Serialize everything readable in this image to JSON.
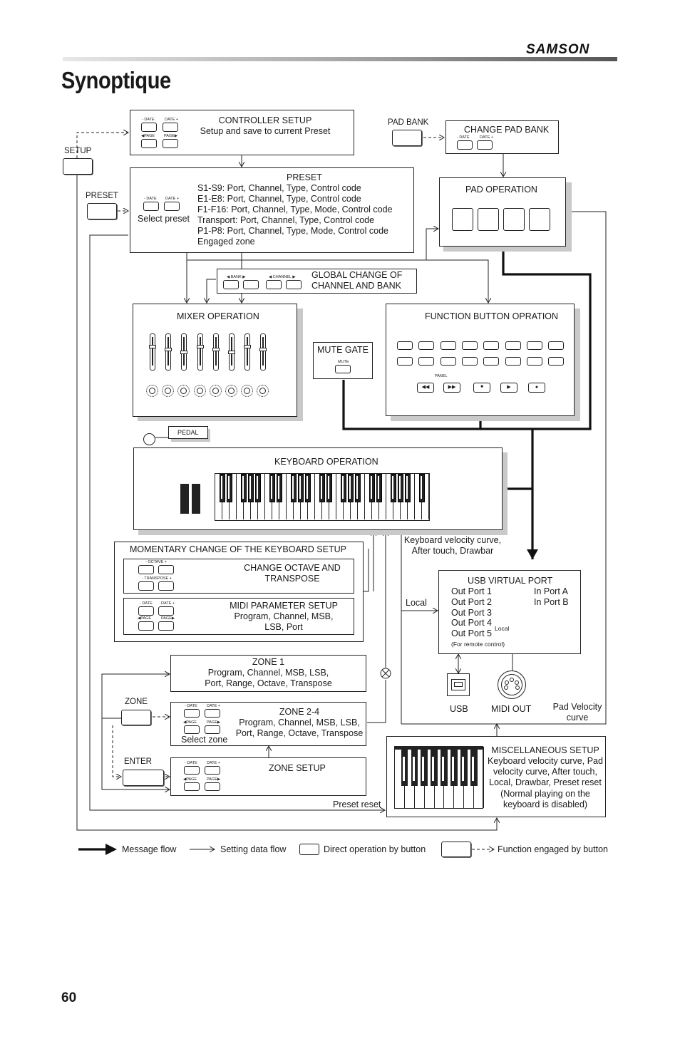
{
  "header": {
    "brand": "SAMSON",
    "page_title": "Synoptique",
    "page_number": "60"
  },
  "buttons_ext": {
    "setup": "SETUP",
    "preset": "PRESET",
    "pad_bank": "PAD BANK",
    "zone": "ZONE",
    "enter": "ENTER",
    "pedal": "PEDAL"
  },
  "mini_labels": {
    "date_minus": "- DATE",
    "date_plus": "DATE +",
    "page_left": "◀PAGE",
    "page_right": "PAGE▶",
    "bank": "◀    BANK    ▶",
    "channel": "◀  CHANNEL  ▶",
    "octave": "- OCTAVE +",
    "transpose": "- TRANSPOSE +",
    "mute": "MUTE",
    "panel": "PANEL"
  },
  "controller_setup": {
    "title": "CONTROLLER SETUP",
    "subtitle": "Setup and save to current  Preset"
  },
  "preset": {
    "title": "PRESET",
    "lines": [
      "S1-S9: Port, Channel, Type, Control code",
      "E1-E8: Port, Channel, Type, Control code",
      "F1-F16: Port, Channel, Type, Mode, Control code",
      "Transport: Port, Channel, Type, Control code",
      "P1-P8: Port, Channel, Type, Mode, Control code",
      "Engaged zone"
    ],
    "select_label": "Select preset"
  },
  "change_pad_bank": {
    "title": "CHANGE PAD BANK"
  },
  "pad_operation": {
    "title": "PAD OPERATION"
  },
  "global_change": {
    "line1": "GLOBAL CHANGE OF",
    "line2": "CHANNEL AND BANK"
  },
  "mixer": {
    "title": "MIXER OPERATION"
  },
  "mute_gate": {
    "title": "MUTE GATE"
  },
  "function_button": {
    "title": "FUNCTION BUTTON OPRATION"
  },
  "keyboard": {
    "title": "KEYBOARD OPERATION"
  },
  "momentary": {
    "title": "MOMENTARY CHANGE OF THE KEYBOARD SETUP",
    "octave_line1": "CHANGE OCTAVE AND",
    "octave_line2": "TRANSPOSE",
    "midi_title": "MIDI PARAMETER SETUP",
    "midi_line1": "Program, Channel, MSB,",
    "midi_line2": "LSB, Port"
  },
  "keyboard_velocity": {
    "line1": "Keyboard velocity curve,",
    "line2": "After touch, Drawbar"
  },
  "local_label": "Local",
  "usb_port": {
    "title": "USB  VIRTUAL PORT",
    "outs": [
      "Out Port 1",
      "Out Port 2",
      "Out Port 3",
      "Out Port 4",
      "Out Port 5"
    ],
    "ins": [
      "In Port A",
      "In Port B"
    ],
    "local_small": "Local",
    "remote_note": "(For remote control)"
  },
  "usb_label": "USB",
  "midi_out_label": "MIDI OUT",
  "pad_velocity": {
    "line1": "Pad Velocity",
    "line2": "curve"
  },
  "zone1": {
    "title": "ZONE 1",
    "line1": "Program, Channel, MSB, LSB,",
    "line2": "Port, Range, Octave, Transpose"
  },
  "zone24": {
    "title": "ZONE 2-4",
    "line1": "Program, Channel, MSB, LSB,",
    "line2": "Port, Range, Octave, Transpose",
    "select_label": "Select zone"
  },
  "zone_setup": {
    "title": "ZONE SETUP"
  },
  "preset_reset_label": "Preset reset",
  "misc": {
    "title": "MISCELLANEOUS SETUP",
    "lines": [
      "Keyboard velocity curve, Pad",
      "velocity curve, After touch,",
      "Local, Drawbar, Preset reset",
      "(Normal playing on the",
      "keyboard is disabled)"
    ]
  },
  "legend": {
    "message_flow": "Message flow",
    "setting_flow": "Setting data flow",
    "direct_op": "Direct operation by button",
    "function_engaged": "Function engaged by button"
  }
}
